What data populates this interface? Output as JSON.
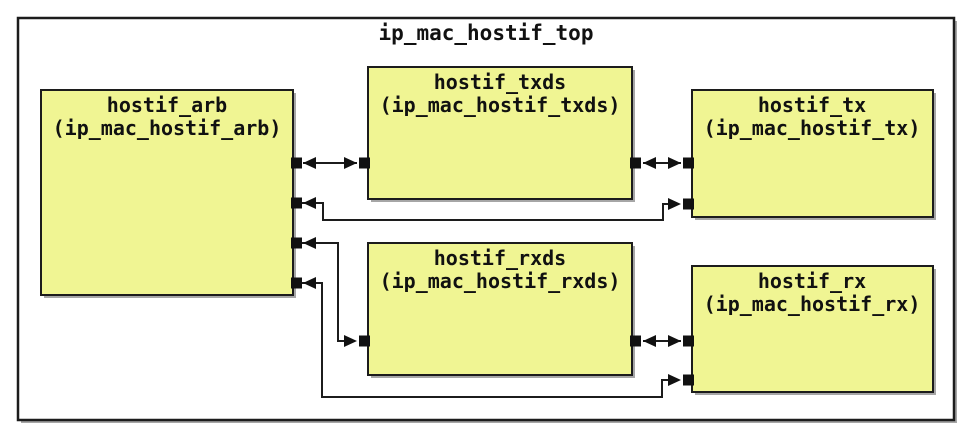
{
  "title": "ip_mac_hostif_top",
  "colors": {
    "block_fill": "#f0f593",
    "block_border": "#1c1c1c",
    "connector": "#1c1c1c",
    "background": "#ffffff"
  },
  "blocks": [
    {
      "name": "hostif_arb",
      "instance": "(ip_mac_hostif_arb)"
    },
    {
      "name": "hostif_txds",
      "instance": "(ip_mac_hostif_txds)"
    },
    {
      "name": "hostif_tx",
      "instance": "(ip_mac_hostif_tx)"
    },
    {
      "name": "hostif_rxds",
      "instance": "(ip_mac_hostif_rxds)"
    },
    {
      "name": "hostif_rx",
      "instance": "(ip_mac_hostif_rx)"
    }
  ],
  "connections": [
    {
      "from": "hostif_arb",
      "to": "hostif_txds",
      "style": "bidirectional-straight"
    },
    {
      "from": "hostif_txds",
      "to": "hostif_tx",
      "style": "bidirectional-straight"
    },
    {
      "from": "hostif_arb",
      "to": "hostif_tx",
      "style": "bidirectional-routed"
    },
    {
      "from": "hostif_arb",
      "to": "hostif_rxds",
      "style": "bidirectional-routed"
    },
    {
      "from": "hostif_rxds",
      "to": "hostif_rx",
      "style": "bidirectional-straight"
    },
    {
      "from": "hostif_arb",
      "to": "hostif_rx",
      "style": "bidirectional-routed"
    }
  ]
}
